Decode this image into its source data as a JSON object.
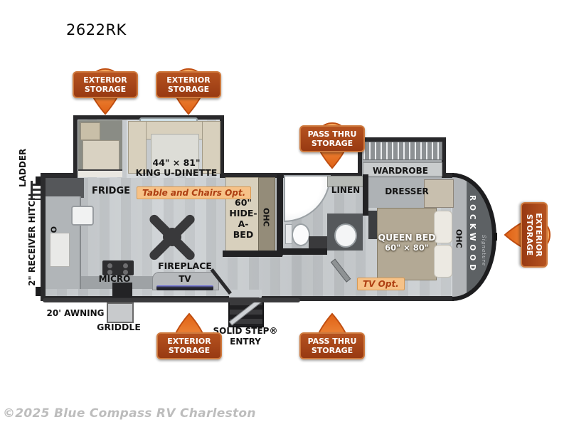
{
  "title": "2622RK",
  "copyright": "©2025 Blue Compass RV Charleston",
  "brand": {
    "name": "ROCKWOOD",
    "series": "Signature"
  },
  "badges": [
    {
      "id": "exterior-storage-top-left",
      "lines": [
        "EXTERIOR",
        "STORAGE"
      ]
    },
    {
      "id": "exterior-storage-top-right",
      "lines": [
        "EXTERIOR",
        "STORAGE"
      ]
    },
    {
      "id": "pass-thru-storage-top",
      "lines": [
        "PASS THRU",
        "STORAGE"
      ]
    },
    {
      "id": "exterior-storage-front",
      "lines": [
        "EXTERIOR",
        "STORAGE"
      ]
    },
    {
      "id": "exterior-storage-bottom",
      "lines": [
        "EXTERIOR",
        "STORAGE"
      ]
    },
    {
      "id": "pass-thru-storage-bottom",
      "lines": [
        "PASS THRU",
        "STORAGE"
      ]
    }
  ],
  "rooms": {
    "fridge": "FRIDGE",
    "dinette_size": "44\" × 81\"",
    "dinette": "KING U-DINETTE",
    "table_opt": "Table and Chairs Opt.",
    "ohc": "OHC",
    "micro": "MICRO",
    "fireplace": "FIREPLACE",
    "tv": "TV",
    "tv_opt": "TV Opt.",
    "hide_a_bed_lines": [
      "60\"",
      "HIDE-",
      "A-",
      "BED"
    ],
    "linen": "LINEN",
    "wardrobe": "WARDROBE",
    "dresser": "DRESSER",
    "queen_bed": "QUEEN BED",
    "queen_bed_size": "60\" × 80\""
  },
  "exterior": {
    "ladder": "LADDER",
    "receiver_hitch": "2\" RECEIVER HITCH",
    "awning": "20' AWNING",
    "griddle": "GRIDDLE",
    "entry_line1": "SOLID STEP®",
    "entry_line2": "ENTRY"
  },
  "colors": {
    "badge_pin": "#e8742a",
    "badge_tag": "#a8431a",
    "option_tag_bg": "#f6c288",
    "option_tag_text": "#ae3f12",
    "wall": "#2b2b2d",
    "floor": "#c6cacd"
  }
}
